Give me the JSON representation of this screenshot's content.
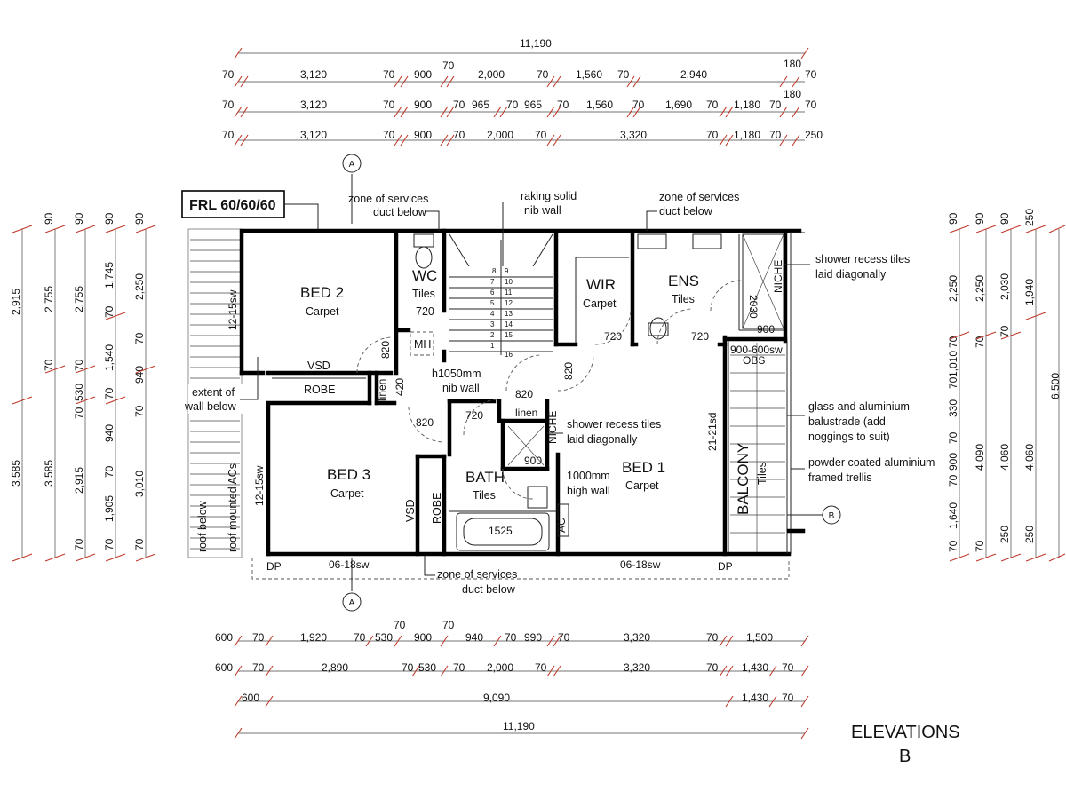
{
  "frl_label": "FRL 60/60/60",
  "title": "ELEVATIONS",
  "title_cut": "B",
  "rooms": {
    "bed2": {
      "name": "BED 2",
      "finish": "Carpet"
    },
    "bed3": {
      "name": "BED 3",
      "finish": "Carpet"
    },
    "bed1": {
      "name": "BED 1",
      "finish": "Carpet"
    },
    "wc": {
      "name": "WC",
      "finish": "Tiles",
      "width": "720"
    },
    "wir": {
      "name": "WIR",
      "finish": "Carpet"
    },
    "ens": {
      "name": "ENS",
      "finish": "Tiles"
    },
    "bath": {
      "name": "BATH",
      "finish": "Tiles"
    },
    "balcony": {
      "name": "BALCONY",
      "finish": "Tiles"
    }
  },
  "labels": {
    "mh": "MH",
    "vsd": "VSD",
    "robe": "ROBE",
    "linen": "linen",
    "bath_size": "1525",
    "shower_900": "900",
    "sw_12_15": "12-15sw",
    "sw_06_18": "06-18sw",
    "sw_21_21": "21-21sd",
    "sw_900_600": "900-600sw",
    "obs": "OBS",
    "dp": "DP",
    "ac": "AC",
    "niche": "NICHE",
    "d820": "820",
    "d720": "720",
    "d420": "420",
    "d2030": "2030",
    "d900": "900"
  },
  "notes": {
    "zone_services_top_left": [
      "zone of services",
      "duct below"
    ],
    "zone_services_top_right": [
      "zone of services",
      "duct below"
    ],
    "zone_services_bottom": [
      "zone of services",
      "duct below"
    ],
    "raking_wall": [
      "raking solid",
      "nib wall"
    ],
    "nib_wall": [
      "h1050mm",
      "nib wall"
    ],
    "extent_wall": [
      "extent of",
      "wall below"
    ],
    "shower_tiles_right": [
      "shower recess tiles",
      "laid diagonally"
    ],
    "shower_tiles_mid": [
      "shower recess tiles",
      "laid diagonally"
    ],
    "high_wall": [
      "1000mm",
      "high wall"
    ],
    "balustrade": [
      "glass and aluminium",
      "balustrade (add",
      "noggings to suit)"
    ],
    "trellis": [
      "powder coated aluminium",
      "framed trellis"
    ],
    "roof_below": "roof below",
    "roof_acs": "roof mounted ACs"
  },
  "section_markers": [
    "A",
    "A",
    "B"
  ],
  "stair_numbers": [
    "8",
    "9",
    "7",
    "10",
    "6",
    "11",
    "5",
    "12",
    "4",
    "13",
    "3",
    "14",
    "2",
    "15",
    "1",
    "16"
  ],
  "top_dimensions": {
    "overall": "11,190",
    "row1": [
      "70",
      "3,120",
      "70",
      "900",
      "70",
      "2,000",
      "70",
      "1,560",
      "70",
      "2,940",
      "180",
      "70"
    ],
    "row2": [
      "70",
      "3,120",
      "70",
      "900",
      "70",
      "965",
      "70",
      "965",
      "70",
      "1,560",
      "70",
      "1,690",
      "70",
      "1,180",
      "70",
      "180",
      "70"
    ],
    "row3": [
      "70",
      "3,120",
      "70",
      "900",
      "70",
      "2,000",
      "70",
      "3,320",
      "70",
      "1,180",
      "70",
      "250"
    ]
  },
  "bottom_dimensions": {
    "row1": [
      "600",
      "70",
      "1,920",
      "70",
      "530",
      "70",
      "900",
      "70",
      "940",
      "70",
      "990",
      "70",
      "3,320",
      "70",
      "1,500"
    ],
    "row2": [
      "600",
      "70",
      "2,890",
      "70",
      "530",
      "70",
      "2,000",
      "70",
      "3,320",
      "70",
      "1,430",
      "70"
    ],
    "row3": [
      "600",
      "9,090",
      "1,430",
      "70"
    ],
    "overall": "11,190"
  },
  "left_dimensions": {
    "col1": [
      "2,915",
      "3,585"
    ],
    "col2": [
      "90",
      "2,755",
      "70",
      "3,585"
    ],
    "col3": [
      "90",
      "2,755",
      "70",
      "530",
      "70",
      "2,915",
      "70"
    ],
    "col4": [
      "90",
      "1,745",
      "70",
      "1,540",
      "70",
      "940",
      "70",
      "1,905",
      "70"
    ],
    "col5": [
      "90",
      "2,250",
      "70",
      "940",
      "70",
      "3,010",
      "70"
    ]
  },
  "right_dimensions": {
    "col1": [
      "90",
      "2,250",
      "70",
      "1,010",
      "70",
      "330",
      "70",
      "900",
      "70",
      "1,640",
      "70"
    ],
    "col2": [
      "90",
      "2,250",
      "70",
      "4,090",
      "70"
    ],
    "col3": [
      "90",
      "2,030",
      "70",
      "4,060",
      "250"
    ],
    "col4": [
      "250",
      "1,940",
      "4,060",
      "250"
    ],
    "col5": [
      "6,500"
    ]
  }
}
